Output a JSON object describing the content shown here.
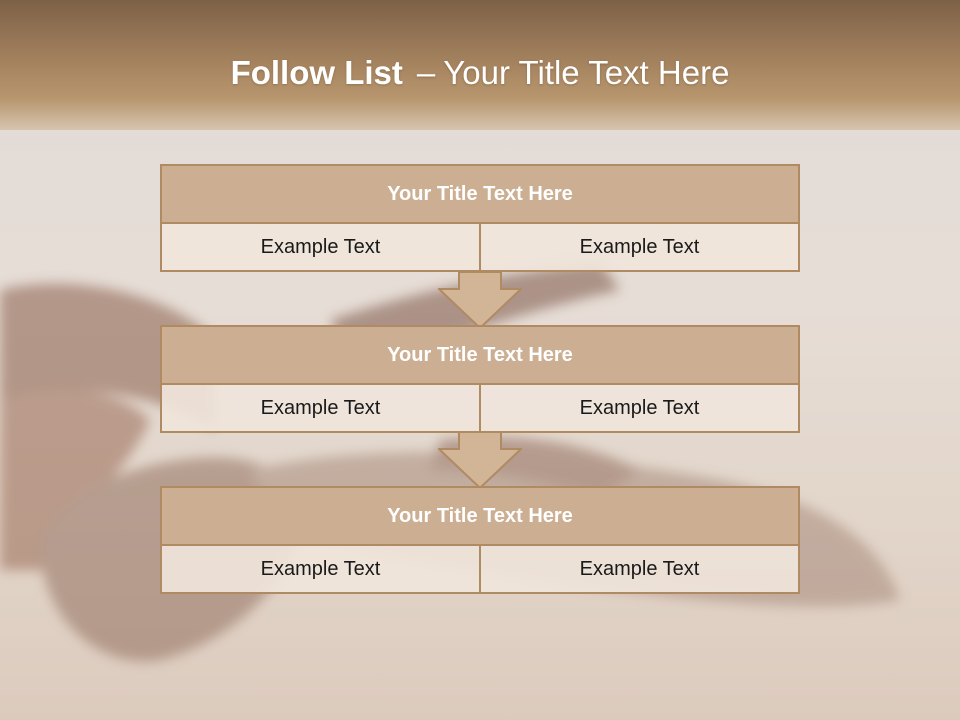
{
  "slide": {
    "title_bold": "Follow List",
    "title_separator": "–",
    "title_rest": "Your Title Text Here"
  },
  "blocks": [
    {
      "title": "Your Title Text Here",
      "cells": [
        "Example Text",
        "Example Text"
      ]
    },
    {
      "title": "Your Title Text Here",
      "cells": [
        "Example Text",
        "Example Text"
      ]
    },
    {
      "title": "Your Title Text Here",
      "cells": [
        "Example Text",
        "Example Text"
      ]
    }
  ],
  "colors": {
    "header_fill": "#ccaf92",
    "border": "#b08a62",
    "cell_fill": "#f0e5db",
    "arrow_fill": "#d2b596"
  },
  "icons": [
    "down-arrow-icon",
    "down-arrow-icon"
  ]
}
